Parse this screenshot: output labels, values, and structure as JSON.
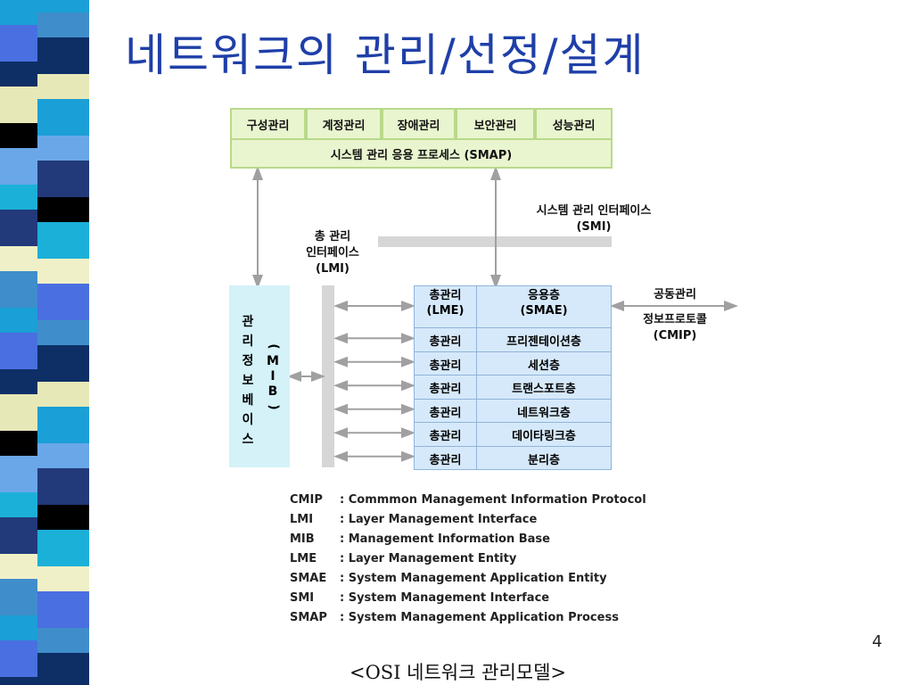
{
  "slide": {
    "title": "네트워크의 관리/선정/설계",
    "page_number": "4",
    "caption": "<OSI 네트워크 관리모델>"
  },
  "diagram": {
    "functions": [
      "구성관리",
      "계정관리",
      "장애관리",
      "보안관리",
      "성능관리"
    ],
    "smap_label": "시스템 관리 응용 프로세스 (SMAP)",
    "smi_label": [
      "시스템 관리 인터페이스",
      "(SMI)"
    ],
    "lmi_label": [
      "총 관리",
      "인터페이스",
      "(LMI)"
    ],
    "mib_chars": [
      "관",
      "리",
      "정",
      "보",
      "베",
      "이",
      "스"
    ],
    "mib_abbr": [
      "(",
      "M",
      "I",
      "B",
      ")"
    ],
    "cmip_label": [
      "공동관리",
      "정보프로토콜",
      "(CMIP)"
    ],
    "header_row": {
      "left": [
        "총관리",
        "(LME)"
      ],
      "right": [
        "응용층",
        "(SMAE)"
      ]
    },
    "layers": [
      {
        "left": "총관리",
        "right": "프리젠테이션층"
      },
      {
        "left": "총관리",
        "right": "세션층"
      },
      {
        "left": "총관리",
        "right": "트랜스포트층"
      },
      {
        "left": "총관리",
        "right": "네트워크층"
      },
      {
        "left": "총관리",
        "right": "데이타링크층"
      },
      {
        "left": "총관리",
        "right": "분리층"
      }
    ]
  },
  "legend": [
    {
      "abbr": "CMIP",
      "desc": ": Commmon Management Information Protocol"
    },
    {
      "abbr": "LMI",
      "desc": ": Layer Management Interface"
    },
    {
      "abbr": "MIB",
      "desc": ": Management Information Base"
    },
    {
      "abbr": "LME",
      "desc": ": Layer Management  Entity"
    },
    {
      "abbr": "SMAE",
      "desc": ": System Management Application Entity"
    },
    {
      "abbr": "SMI",
      "desc": ": System Management Interface"
    },
    {
      "abbr": "SMAP",
      "desc": ": System Management Application Process"
    }
  ],
  "colors": {
    "title": "#1f3fa8",
    "green_fill": "#e9f5cf",
    "blue_fill": "#d6e9fb",
    "mib_fill": "#d4f2f8",
    "arrow": "#a0a0a0"
  }
}
